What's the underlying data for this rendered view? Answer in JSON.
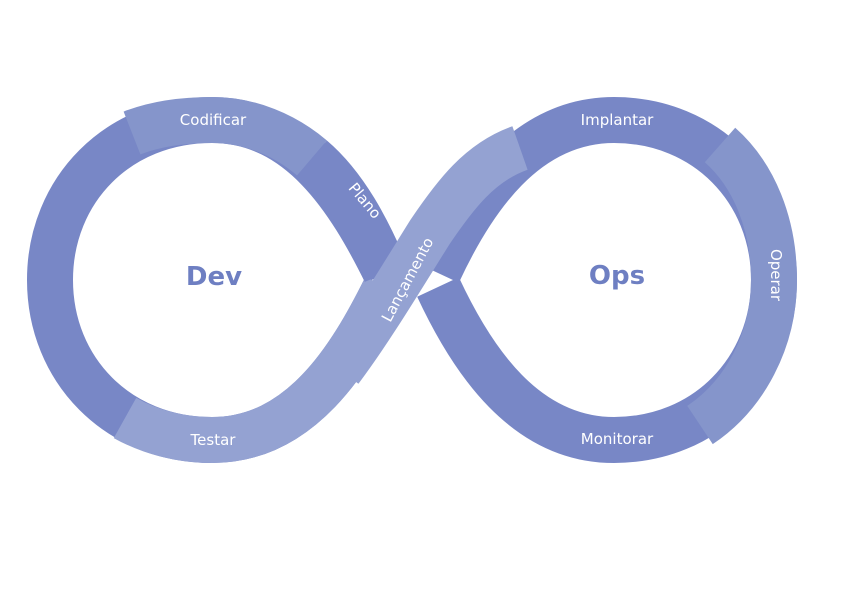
{
  "diagram": {
    "left_loop_title": "Dev",
    "right_loop_title": "Ops",
    "stages": {
      "code": "Codificar",
      "plan": "Plano",
      "release": "Lançamento",
      "deploy": "Implantar",
      "operate": "Operar",
      "monitor": "Monitorar",
      "test": "Testar"
    },
    "colors": {
      "dark": "#7887c6",
      "mid": "#8595cb",
      "light": "#94a2d2",
      "title": "#6e7fc2",
      "label": "#ffffff"
    }
  }
}
